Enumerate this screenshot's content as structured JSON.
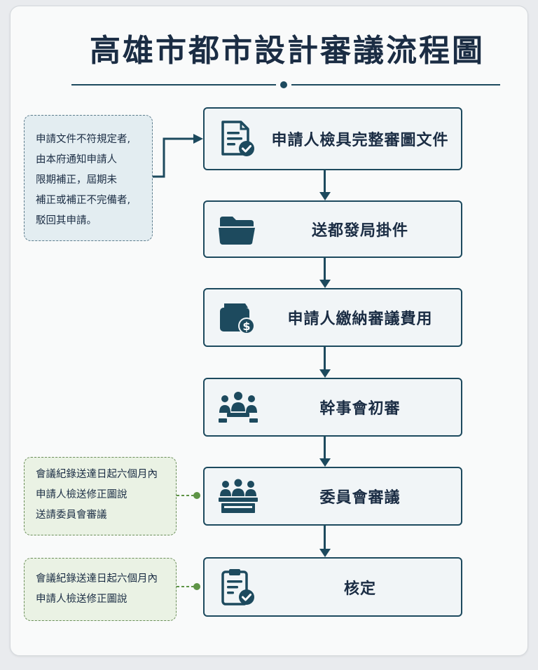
{
  "title": "高雄市都市設計審議流程圖",
  "steps": [
    {
      "label": "申請人檢具完整審圖文件",
      "icon": "document-check-icon"
    },
    {
      "label": "送都發局掛件",
      "icon": "folder-icon"
    },
    {
      "label": "申請人繳納審議費用",
      "icon": "wallet-dollar-icon"
    },
    {
      "label": "幹事會初審",
      "icon": "meeting-group-icon"
    },
    {
      "label": "委員會審議",
      "icon": "committee-table-icon"
    },
    {
      "label": "核定",
      "icon": "clipboard-check-icon"
    }
  ],
  "notes": {
    "rejection": {
      "lines": [
        "申請文件不符規定者,",
        "由本府通知申請人",
        "限期補正，屆期未",
        "補正或補正不完備者,",
        "駁回其申請。"
      ]
    },
    "committee_note": {
      "lines": [
        "會議紀錄送達日起六個月內",
        "申請人檢送修正圖說",
        "送請委員會審議"
      ]
    },
    "approval_note": {
      "lines": [
        "會議紀錄送達日起六個月內",
        "申請人檢送修正圖說"
      ]
    }
  },
  "colors": {
    "primary": "#1d4a5e",
    "step_fill": "#f1f5f7",
    "note_blue_fill": "#e3edf1",
    "note_green_fill": "#eaf2e4",
    "note_green_accent": "#5e9446",
    "text": "#1b2d44"
  }
}
